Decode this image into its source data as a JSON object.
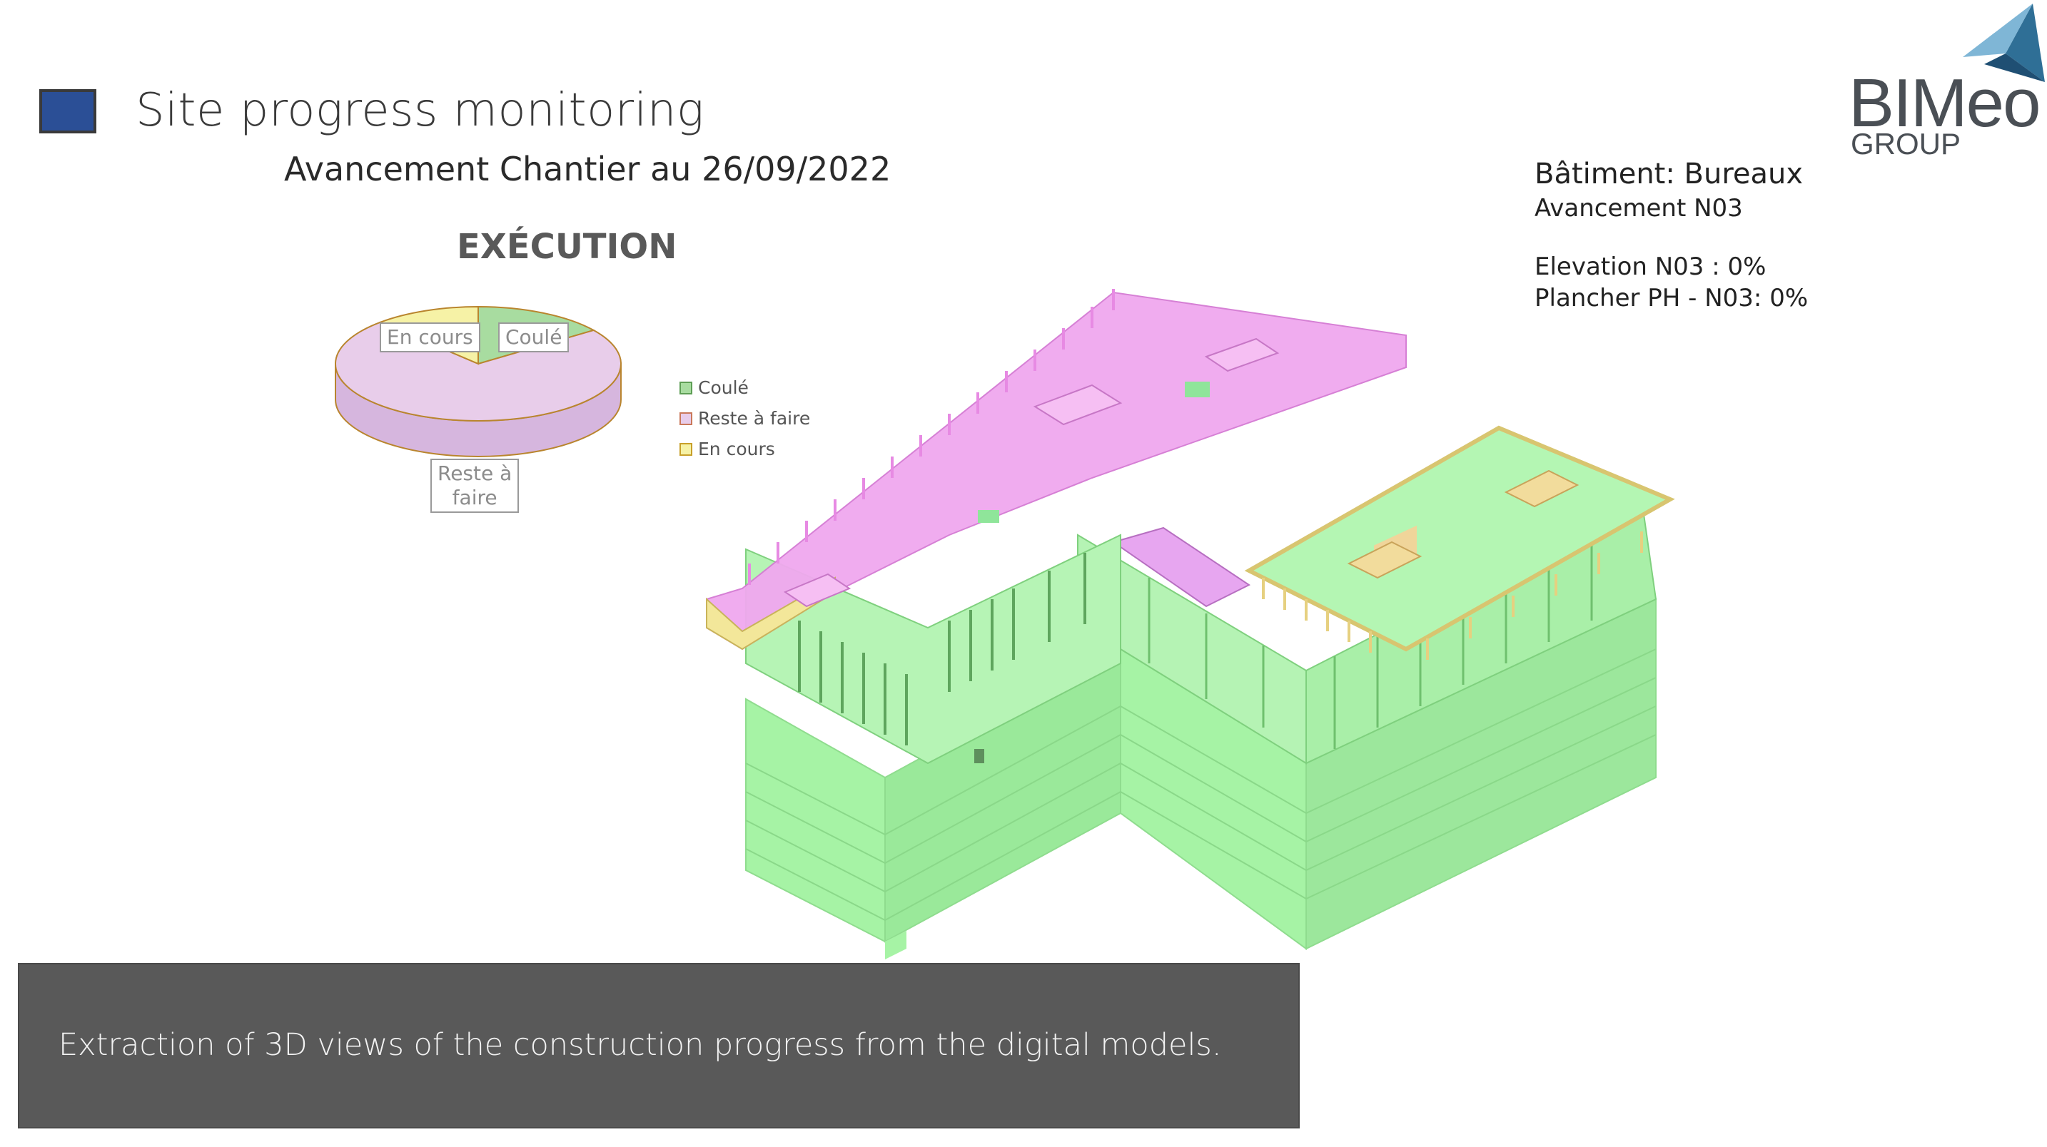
{
  "header": {
    "title": "Site progress monitoring",
    "subtitle": "Avancement Chantier au 26/09/2022",
    "accent_color": "#2b4f96"
  },
  "logo": {
    "name": "BIMeo",
    "group": "GROUP"
  },
  "info": {
    "building": "Bâtiment: Bureaux",
    "progress_level": "Avancement N03",
    "elevation": "Elevation N03 : 0%",
    "slab": "Plancher PH - N03: 0%"
  },
  "chart_data": {
    "type": "pie",
    "title": "EXÉCUTION",
    "slices": [
      {
        "label": "Coulé",
        "value": 0.15,
        "color": "#a8dca0"
      },
      {
        "label": "Reste à faire",
        "value": 0.73,
        "color": "#e8cdea"
      },
      {
        "label": "En cours",
        "value": 0.12,
        "color": "#f6f2a6"
      }
    ],
    "data_labels": [
      "Coulé",
      "Reste à\nfaire",
      "En cours"
    ],
    "legend": {
      "position": "right",
      "items": [
        {
          "label": "Coulé",
          "color": "#a8dca0"
        },
        {
          "label": "Reste à faire",
          "color": "#e8cdea"
        },
        {
          "label": "En cours",
          "color": "#f6f2a6"
        }
      ]
    }
  },
  "model": {
    "colors": {
      "done": "#a6f5a8",
      "todo": "#f2a7ee",
      "in_progress": "#f3e79a"
    }
  },
  "caption": {
    "text": "Extraction of 3D views of the construction progress from the digital models."
  }
}
